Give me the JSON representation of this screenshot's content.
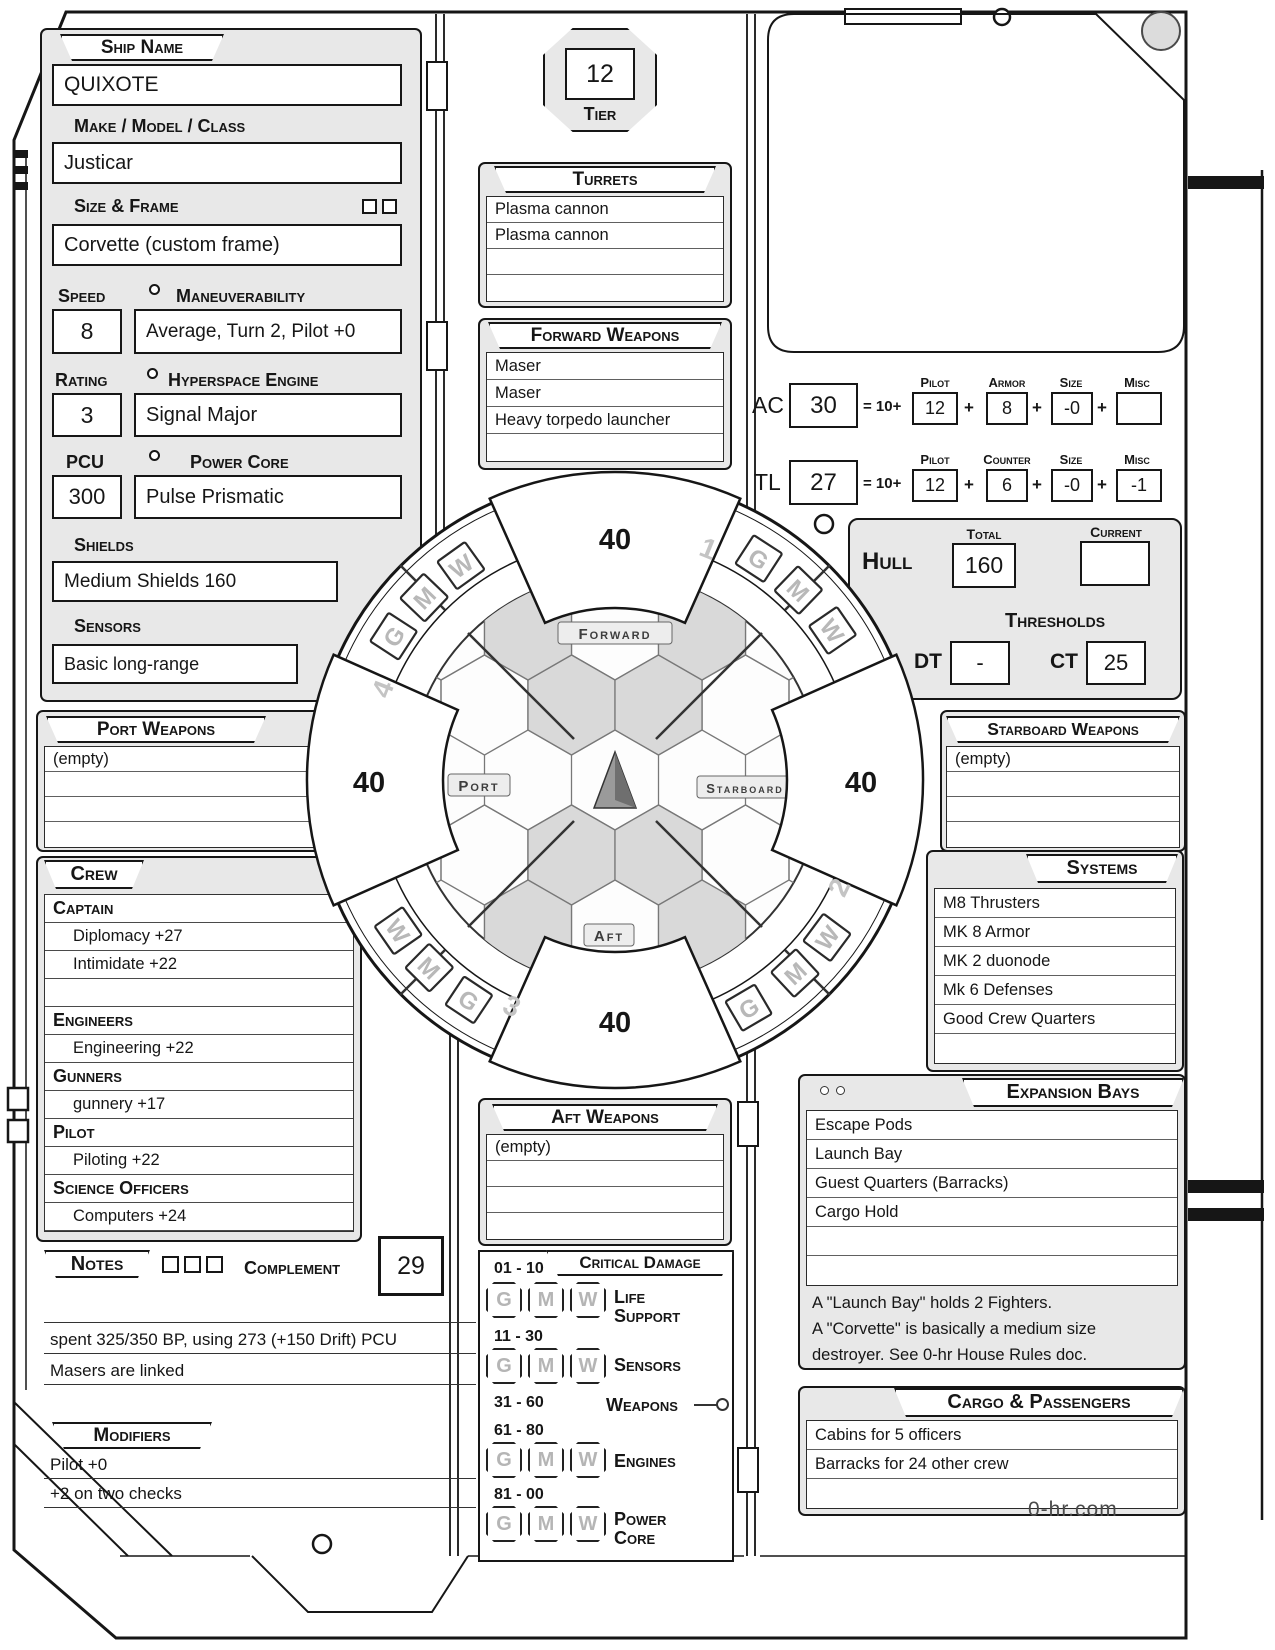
{
  "theme": {
    "panel_gray": "#e8e8e8",
    "ink": "#161616",
    "ghost_letter": "#b8b8b8"
  },
  "ship": {
    "name_label": "Ship Name",
    "name": "QUIXOTE",
    "model_label": "Make / Model / Class",
    "model": "Justicar",
    "frame_label": "Size & Frame",
    "frame": "Corvette (custom frame)",
    "speed_label": "Speed",
    "speed": "8",
    "maneuver_label": "Maneuverability",
    "maneuver": "Average, Turn 2, Pilot +0",
    "rating_label": "Rating",
    "rating": "3",
    "hyperspace_label": "Hyperspace Engine",
    "hyperspace": "Signal Major",
    "pcu_label": "PCU",
    "pcu": "300",
    "core_label": "Power Core",
    "core": "Pulse Prismatic",
    "shields_label": "Shields",
    "shields": "Medium Shields 160",
    "sensors_label": "Sensors",
    "sensors": "Basic long-range"
  },
  "tier": {
    "label": "Tier",
    "value": "12"
  },
  "turrets": {
    "title": "Turrets",
    "items": [
      "Plasma cannon",
      "Plasma cannon"
    ]
  },
  "forward_weapons": {
    "title": "Forward Weapons",
    "items": [
      "Maser",
      "Maser",
      "Heavy torpedo launcher"
    ]
  },
  "port_weapons": {
    "title": "Port Weapons",
    "items": [
      "(empty)"
    ]
  },
  "starboard_weapons": {
    "title": "Starboard Weapons",
    "items": [
      "(empty)"
    ]
  },
  "aft_weapons": {
    "title": "Aft Weapons",
    "items": [
      "(empty)"
    ]
  },
  "defense": {
    "ac_label": "AC",
    "ac": "30",
    "base": "= 10+",
    "plus": "+",
    "ac_pilot_label": "Pilot",
    "ac_pilot": "12",
    "ac_armor_label": "Armor",
    "ac_armor": "8",
    "ac_size_label": "Size",
    "ac_size": "-0",
    "ac_misc_label": "Misc",
    "ac_misc": "",
    "tl_label": "TL",
    "tl": "27",
    "tl_pilot_label": "Pilot",
    "tl_pilot": "12",
    "tl_counter_label": "Counter",
    "tl_counter": "6",
    "tl_size_label": "Size",
    "tl_size": "-0",
    "tl_misc_label": "Misc",
    "tl_misc": "-1"
  },
  "hull": {
    "label": "Hull",
    "total_label": "Total",
    "total": "160",
    "current_label": "Current",
    "current": "",
    "thresholds_label": "Thresholds",
    "dt_label": "DT",
    "dt": "-",
    "ct_label": "CT",
    "ct": "25"
  },
  "diagram": {
    "quadrants": {
      "forward": "Forward",
      "port": "Port",
      "starboard": "Starboard",
      "aft": "Aft"
    },
    "shields": {
      "forward": "40",
      "port": "40",
      "starboard": "40",
      "aft": "40"
    },
    "numbers": [
      "1",
      "2",
      "3",
      "4"
    ],
    "arc_letters": {
      "nw": [
        "W",
        "M",
        "G"
      ],
      "ne": [
        "G",
        "M",
        "W"
      ],
      "se": [
        "W",
        "M",
        "G"
      ],
      "sw": [
        "W",
        "M",
        "G"
      ]
    }
  },
  "crew": {
    "title": "Crew",
    "roles": [
      {
        "role": "Captain",
        "skills": [
          "Diplomacy +27",
          "Intimidate +22"
        ]
      },
      {
        "role": "Engineers",
        "skills": [
          "Engineering +22"
        ]
      },
      {
        "role": "Gunners",
        "skills": [
          "gunnery +17"
        ]
      },
      {
        "role": "Pilot",
        "skills": [
          "Piloting +22"
        ]
      },
      {
        "role": "Science Officers",
        "skills": [
          "Computers +24"
        ]
      }
    ]
  },
  "notes": {
    "title": "Notes",
    "complement_label": "Complement",
    "complement": "29",
    "lines": [
      "spent 325/350 BP,  using 273 (+150 Drift)  PCU",
      "Masers are linked"
    ]
  },
  "modifiers": {
    "title": "Modifiers",
    "lines": [
      "Pilot +0",
      "+2 on two checks"
    ]
  },
  "systems": {
    "title": "Systems",
    "items": [
      "M8 Thrusters",
      "MK 8 Armor",
      "MK 2 duonode",
      "Mk 6 Defenses",
      "Good Crew Quarters"
    ]
  },
  "expansion_bays": {
    "title": "Expansion Bays",
    "items": [
      "Escape Pods",
      "Launch Bay",
      "Guest Quarters (Barracks)",
      "Cargo Hold"
    ],
    "notes": [
      "A \"Launch Bay\" holds 2 Fighters.",
      "A \"Corvette\" is basically a medium size",
      "destroyer. See 0-hr House Rules doc."
    ]
  },
  "cargo": {
    "title": "Cargo & Passengers",
    "items": [
      "Cabins for 5 officers",
      "Barracks for 24 other crew"
    ]
  },
  "critical": {
    "title": "Critical Damage",
    "letters": [
      "G",
      "M",
      "W"
    ],
    "rows": [
      {
        "range": "01 - 10",
        "system": "Life Support"
      },
      {
        "range": "11 - 30",
        "system": "Sensors"
      },
      {
        "range": "31 - 60",
        "system": "Weapons"
      },
      {
        "range": "61 - 80",
        "system": "Engines"
      },
      {
        "range": "81 - 00",
        "system": "Power Core"
      }
    ]
  },
  "footer": {
    "site": "0-hr.com"
  }
}
